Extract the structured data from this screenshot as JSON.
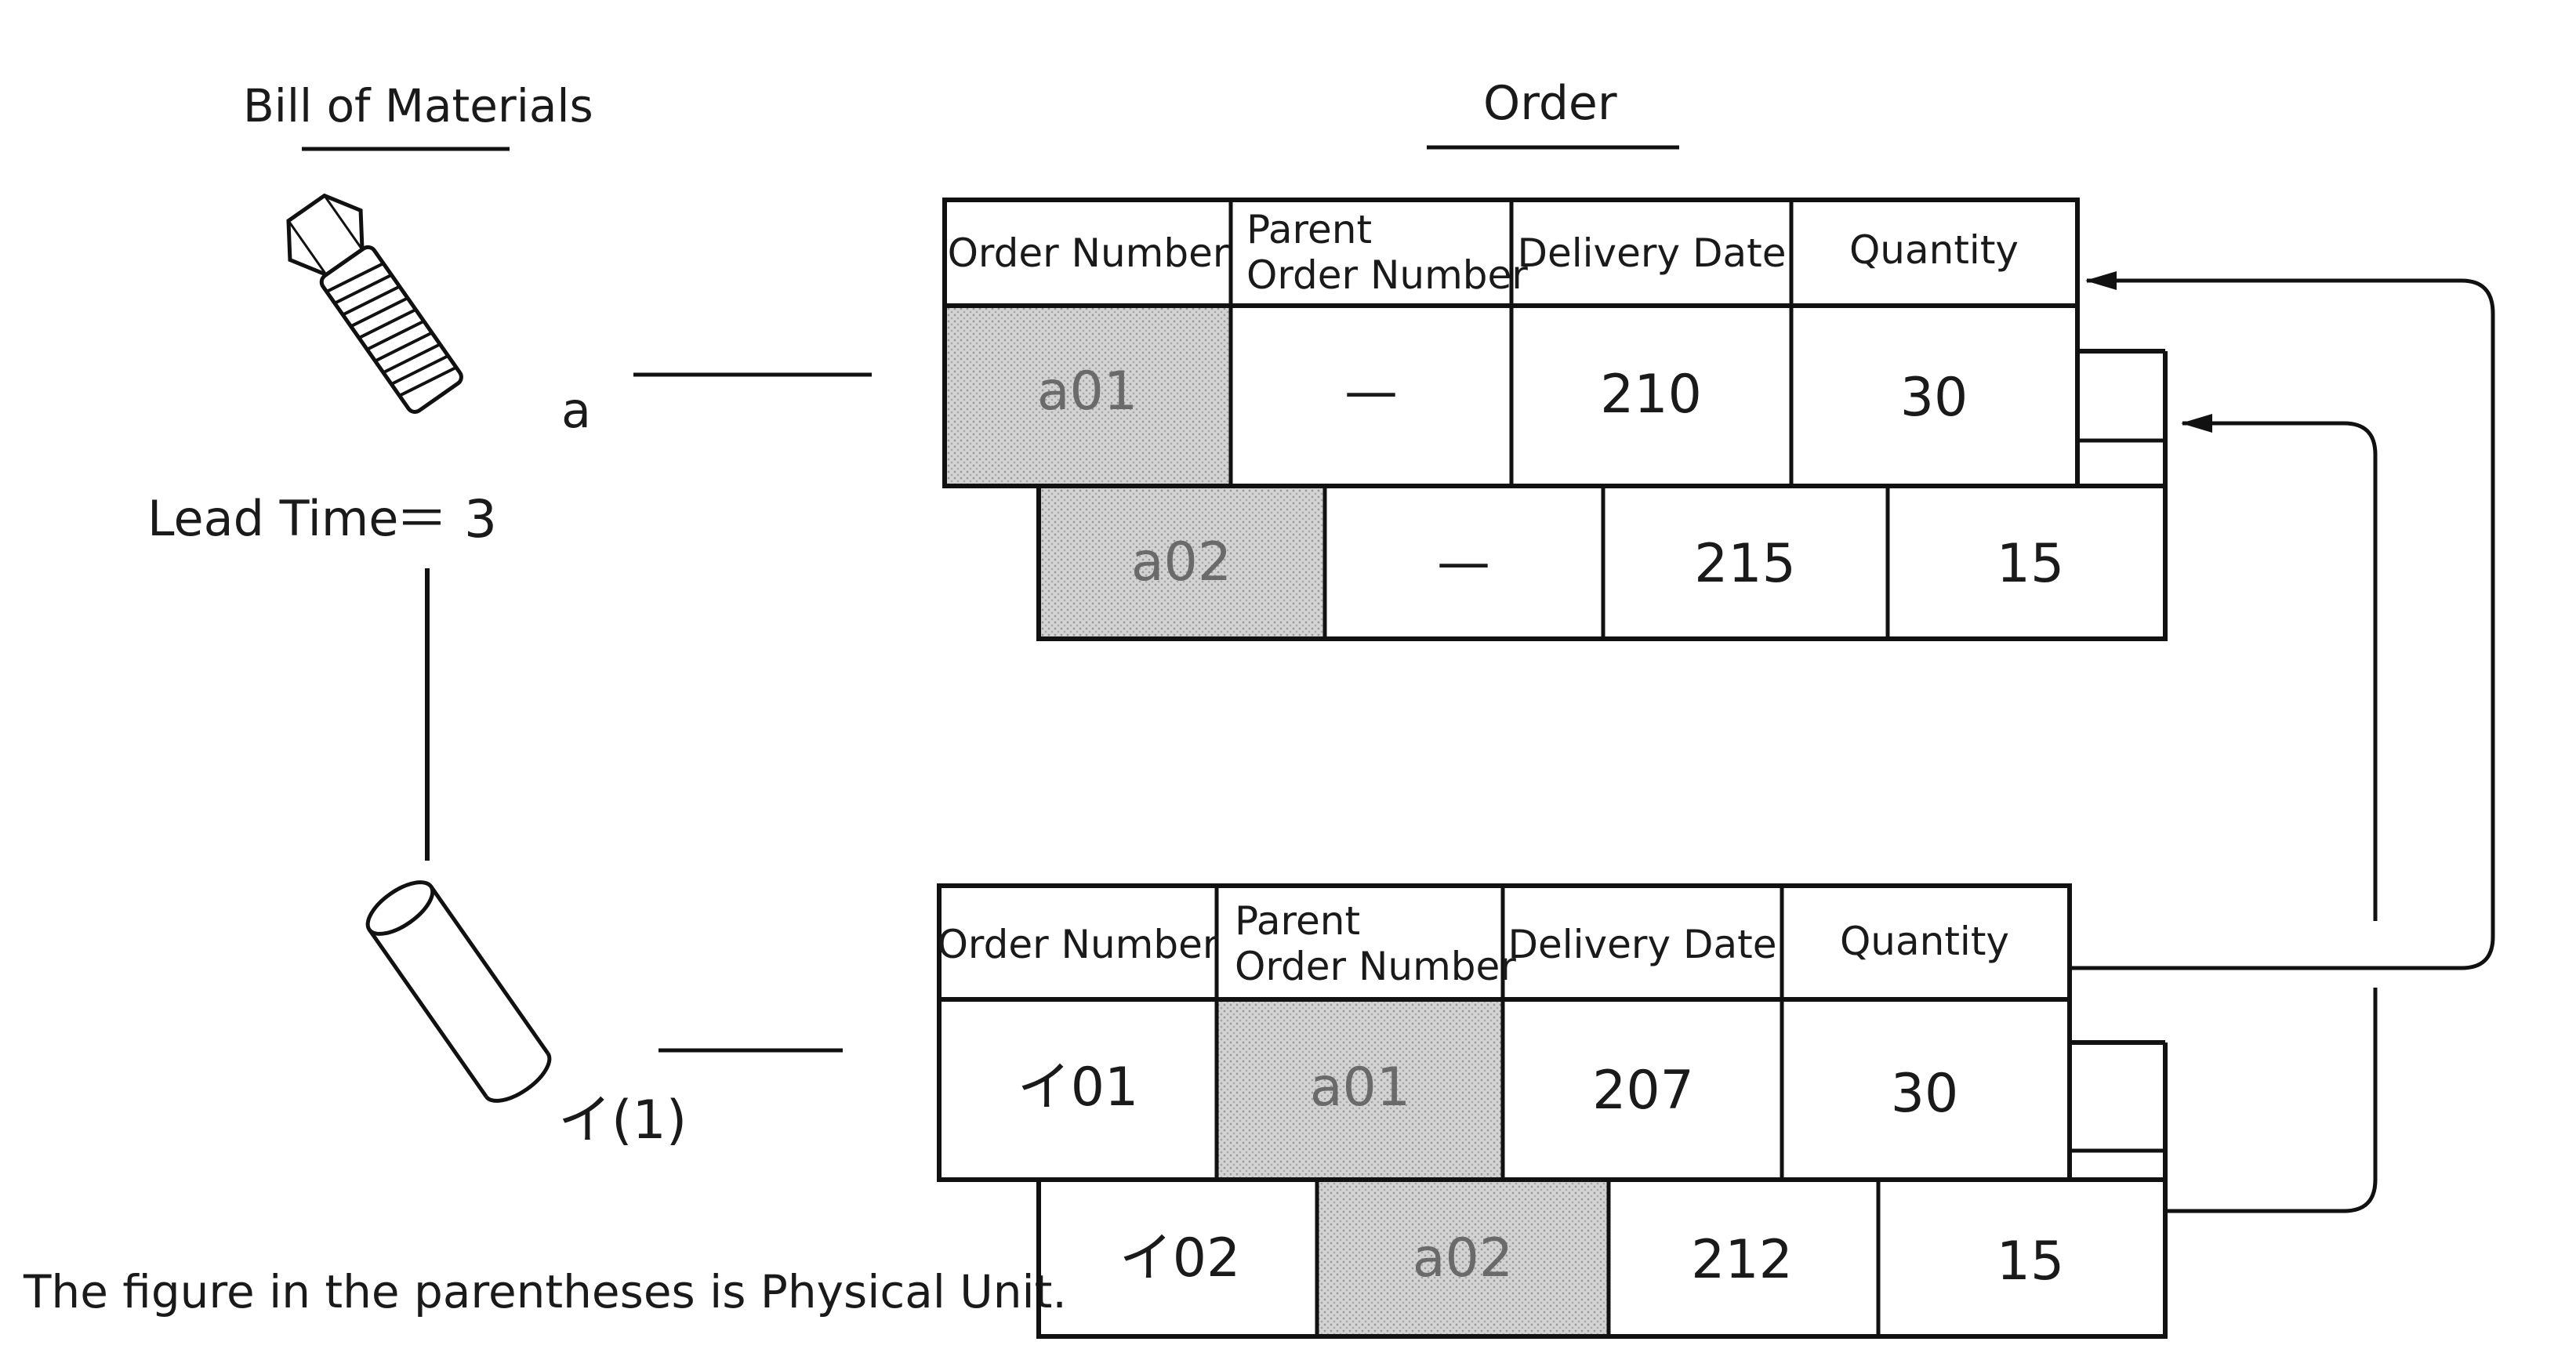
{
  "bom": {
    "title": "Bill of Materials",
    "part_a_label": "a",
    "lead_time": "Lead Time",
    "lead_time_value": "＝ 3",
    "part_b_label": "イ(1)",
    "footnote": "The figure in the parentheses is Physical Unit."
  },
  "order": {
    "title": "Order",
    "headers": [
      "Order Number",
      "Parent",
      "Order Number",
      "Delivery Date",
      "Quantity"
    ],
    "top_rows": [
      {
        "order_number": "a01",
        "parent": "—",
        "delivery_date": "210",
        "quantity": "30"
      },
      {
        "order_number": "a02",
        "parent": "—",
        "delivery_date": "215",
        "quantity": "15"
      }
    ],
    "bottom_rows": [
      {
        "order_number": "イ01",
        "parent": "a01",
        "delivery_date": "207",
        "quantity": "30"
      },
      {
        "order_number": "イ02",
        "parent": "a02",
        "delivery_date": "212",
        "quantity": "15"
      }
    ]
  },
  "colors": {
    "line": "#111111",
    "shaded_cell": "#d3d3d3",
    "background": "#ffffff"
  },
  "icons": [
    "bolt-icon",
    "cylinder-icon"
  ]
}
